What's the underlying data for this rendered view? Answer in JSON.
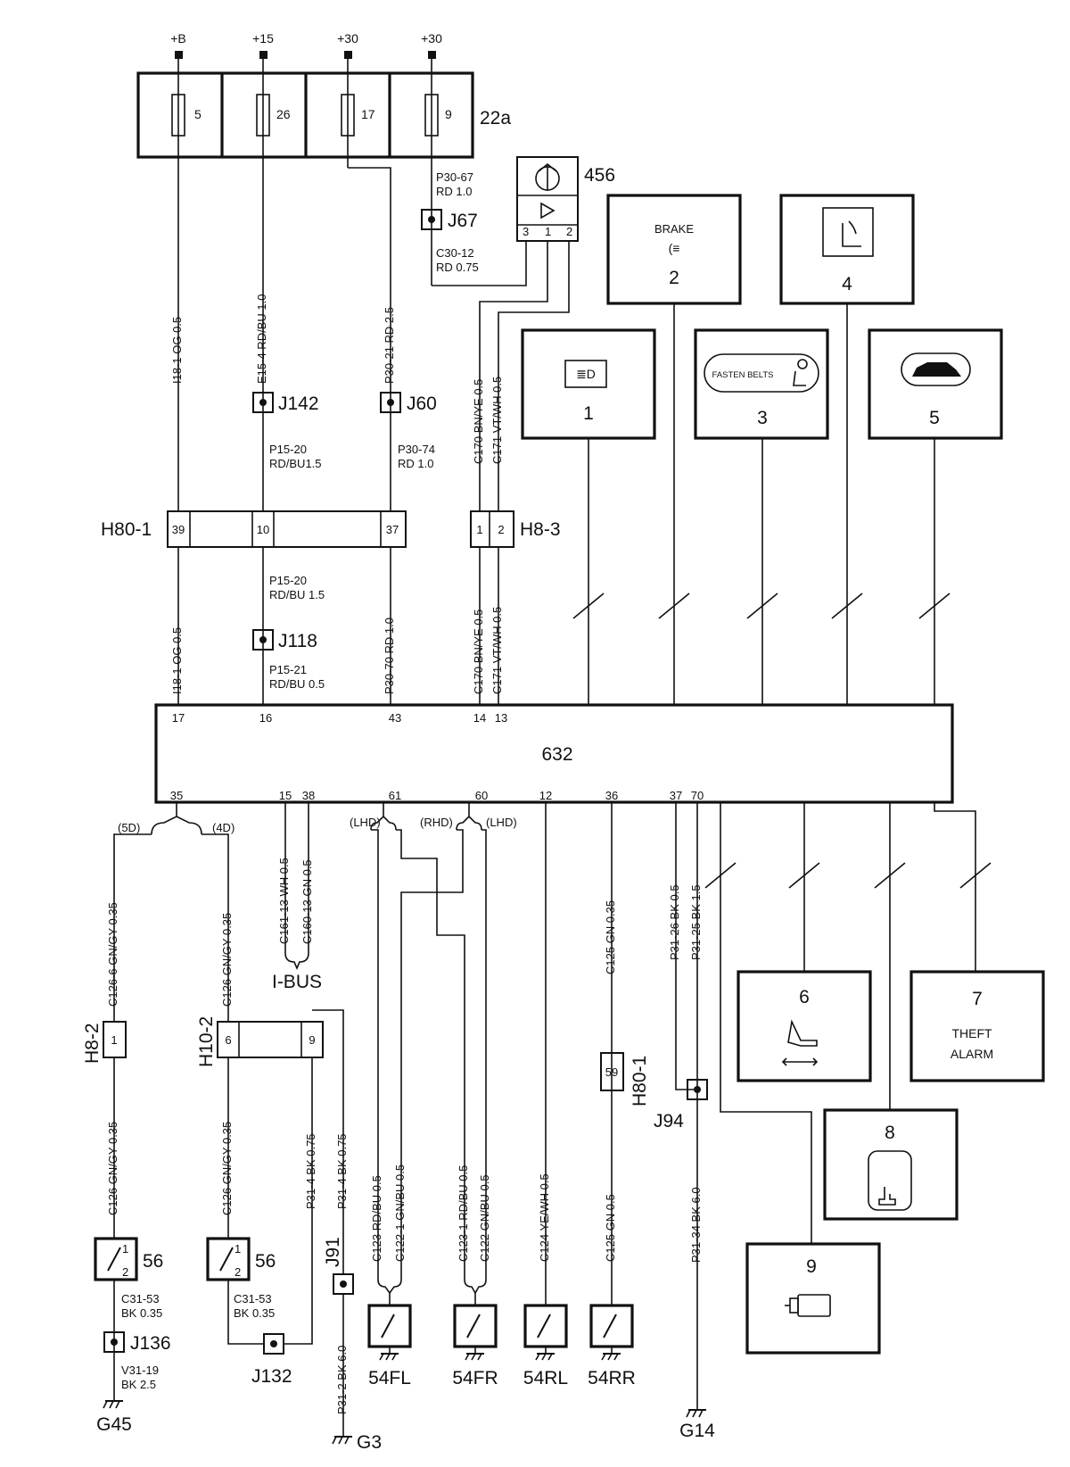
{
  "supplies": [
    "+B",
    "+15",
    "+30",
    "+30"
  ],
  "fuse_box": {
    "id": "22a",
    "fuses": [
      "5",
      "26",
      "17",
      "9"
    ]
  },
  "units": {
    "u456": "456",
    "u632": "632",
    "u1": "1",
    "u2": "2",
    "u3": "3",
    "u4": "4",
    "u5": "5",
    "u6": "6",
    "u7": "7",
    "u8": "8",
    "u9": "9",
    "brake": "BRAKE",
    "fasten": "FASTEN BELTS",
    "theft1": "THEFT",
    "theft2": "ALARM"
  },
  "connectors": {
    "h80_1": "H80-1",
    "h80_1b": "H80-1",
    "h8_3": "H8-3",
    "h8_2": "H8-2",
    "h10_2": "H10-2",
    "c39": "39",
    "c10": "10",
    "c37": "37",
    "c1": "1",
    "c2": "2",
    "c59": "59",
    "c_h82": "1",
    "c_h102a": "6",
    "c_h102b": "9",
    "p3": "3",
    "p1": "1",
    "p2": "2"
  },
  "junctions": {
    "j67": "J67",
    "j142": "J142",
    "j60": "J60",
    "j118": "J118",
    "j94": "J94",
    "j91": "J91",
    "j136": "J136",
    "j132": "J132"
  },
  "grounds": {
    "g45": "G45",
    "g3": "G3",
    "g14": "G14"
  },
  "pins_top": [
    "17",
    "16",
    "43",
    "14",
    "13"
  ],
  "pins_bottom": [
    "35",
    "15",
    "38",
    "61",
    "60",
    "12",
    "36",
    "37",
    "70"
  ],
  "wires": {
    "p30_67": "P30-67",
    "p30_67b": "RD 1.0",
    "c30_12": "C30-12",
    "c30_12b": "RD 0.75",
    "i18_1a": "I18-1 OG 0.5",
    "e15_4": "E15-4 RD/BU 1.0",
    "p30_21": "P30-21 RD 2.5",
    "c170a": "C170 BN/YE 0.5",
    "c171a": "C171 VT/WH 0.5",
    "p15_20a": "P15-20",
    "p15_20a2": "RD/BU1.5",
    "p30_74": "P30-74",
    "p30_74b": "RD 1.0",
    "p15_20b": "P15-20",
    "p15_20b2": "RD/BU 1.5",
    "p15_21": "P15-21",
    "p15_21b": "RD/BU 0.5",
    "i18_1b": "I18-1 OG 0.5",
    "p30_70": "P30-70 RD 1.0",
    "c170b": "C170 BN/YE 0.5",
    "c171b": "C171 VT/WH 0.5",
    "c126_6": "C126-6 GN/GY 0.35",
    "c126a": "C126 GN/GY 0.35",
    "c126b": "C126 GN/GY 0.35",
    "c126c": "C126 GN/GY 0.35",
    "c161": "C161-13 WH 0.5",
    "c160": "C160-13 GN 0.5",
    "p31_4a": "P31-4 BK 0.75",
    "p31_4b": "P31-4 BK 0.75",
    "c31_53a": "C31-53",
    "c31_53a2": "BK 0.35",
    "c31_53b": "C31-53",
    "c31_53b2": "BK 0.35",
    "v31_19": "V31-19",
    "v31_19b": "BK 2.5",
    "p31_2": "P31-2 BK 6.0",
    "c123": "C123 RD/BU 0.5",
    "c122_1": "C122-1 GN/BU 0.5",
    "c123_1": "C123-1 RD/BU 0.5",
    "c122": "C122 GN/BU 0.5",
    "c124": "C124 YE/WH 0.5",
    "c125a": "C125 GN 0.35",
    "c125b": "C125 GN 0.5",
    "p31_26": "P31-26 BK 0.5",
    "p31_25": "P31-25 BK 1.5",
    "p31_34": "P31-34 BK 6.0"
  },
  "variants": {
    "d5": "(5D)",
    "d4": "(4D)",
    "lhd1": "(LHD)",
    "rhd": "(RHD)",
    "lhd2": "(LHD)"
  },
  "ibus": "I-BUS",
  "switches": {
    "s56a": "56",
    "s56b": "56",
    "sw1": "1",
    "sw2": "2",
    "sw3": "1",
    "sw4": "2",
    "fl": "54FL",
    "fr": "54FR",
    "rl": "54RL",
    "rr": "54RR"
  }
}
